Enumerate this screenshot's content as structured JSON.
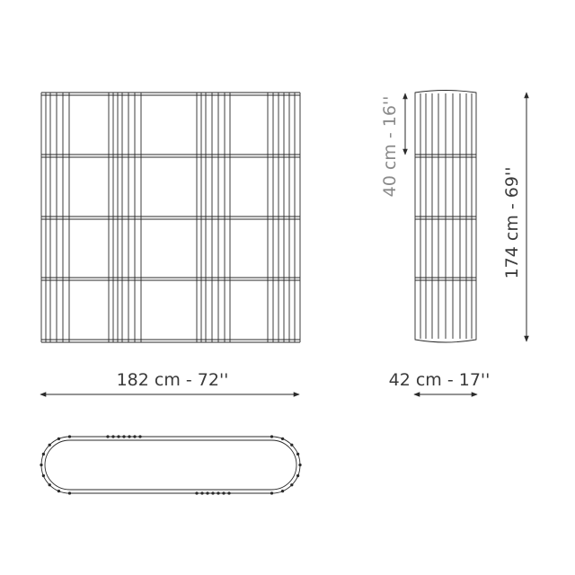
{
  "dimensions": {
    "width": "182 cm - 72''",
    "depth": "42 cm - 17''",
    "height": "174 cm - 69''",
    "shelf_spacing": "40 cm - 16''"
  },
  "colors": {
    "line": "#2a2a2a",
    "label": "#3a3a3a",
    "label_light": "#8a8a8a"
  }
}
